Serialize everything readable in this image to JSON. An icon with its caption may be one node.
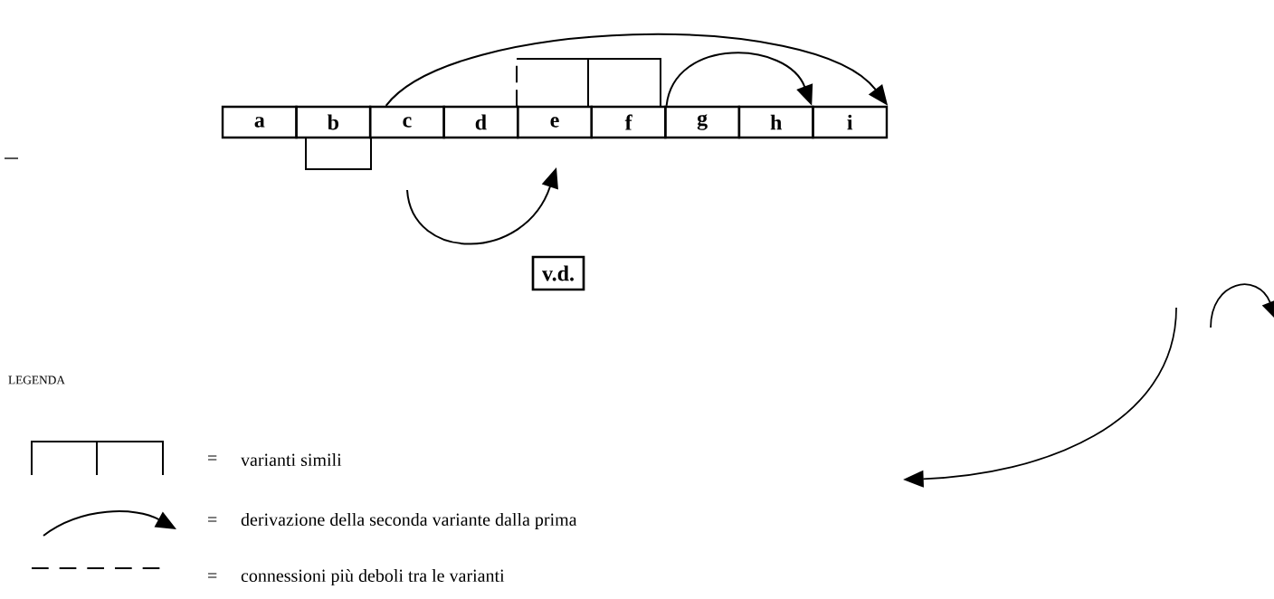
{
  "diagram": {
    "nodes": [
      {
        "text": [
          "a"
        ]
      },
      {
        "text": [
          "b"
        ]
      },
      {
        "text": [
          "c"
        ]
      },
      {
        "text": [
          "d"
        ]
      },
      {
        "text": [
          "e"
        ]
      },
      {
        "text": [
          "f"
        ]
      },
      {
        "text": [
          "g"
        ]
      },
      {
        "text": [
          "h"
        ]
      },
      {
        "text": [
          "i"
        ]
      },
      {
        "text": [
          "v.d."
        ]
      }
    ],
    "edges": [
      {
        "from": 2,
        "to": 8,
        "arrow": "to"
      },
      {
        "from": 5,
        "to": 8,
        "arrow": "to"
      }
    ],
    "labels": [
      "LEGENDA",
      "=",
      "=",
      "="
    ],
    "legend": [
      {
        "text": "varianti simili"
      },
      {
        "text": "derivazione della seconda variante dalla prima"
      },
      {
        "text": "connessioni più deboli tra le varianti"
      }
    ]
  }
}
